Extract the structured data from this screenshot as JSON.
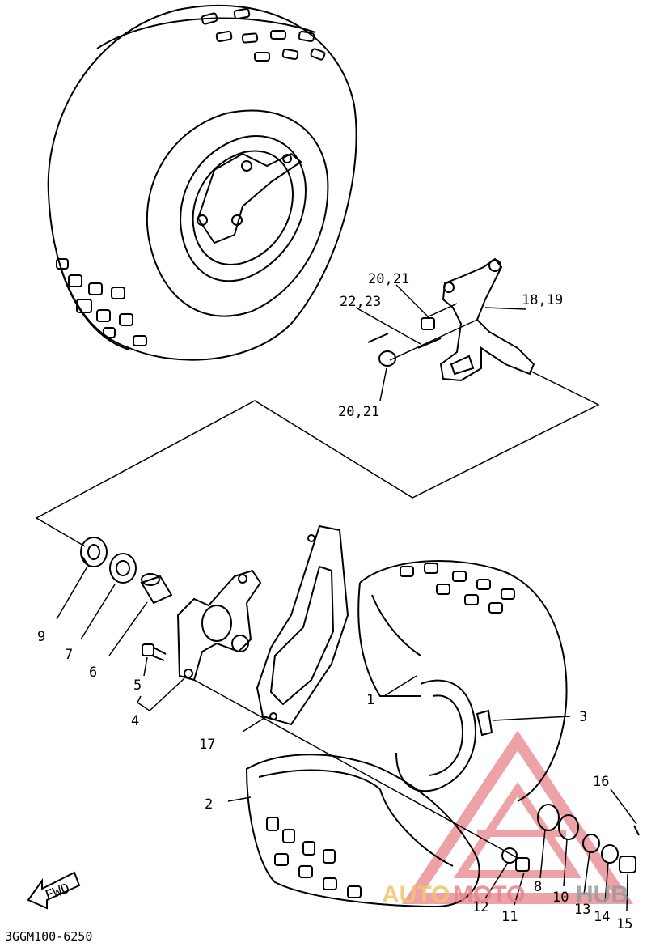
{
  "diagram": {
    "part_labels": [
      {
        "id": "p20_21_top",
        "text": "20,21"
      },
      {
        "id": "p22_23",
        "text": "22,23"
      },
      {
        "id": "p18_19",
        "text": "18,19"
      },
      {
        "id": "p20_21_bottom",
        "text": "20,21"
      },
      {
        "id": "p9",
        "text": "9"
      },
      {
        "id": "p7",
        "text": "7"
      },
      {
        "id": "p6",
        "text": "6"
      },
      {
        "id": "p5",
        "text": "5"
      },
      {
        "id": "p4",
        "text": "4"
      },
      {
        "id": "p17",
        "text": "17"
      },
      {
        "id": "p1",
        "text": "1"
      },
      {
        "id": "p3",
        "text": "3"
      },
      {
        "id": "p2",
        "text": "2"
      },
      {
        "id": "p16",
        "text": "16"
      },
      {
        "id": "p8",
        "text": "8"
      },
      {
        "id": "p10",
        "text": "10"
      },
      {
        "id": "p13",
        "text": "13"
      },
      {
        "id": "p12",
        "text": "12"
      },
      {
        "id": "p11",
        "text": "11"
      },
      {
        "id": "p14",
        "text": "14"
      },
      {
        "id": "p15",
        "text": "15"
      }
    ],
    "fwd_label": "FWD",
    "drawing_code": "3GGM100-6250"
  },
  "watermark": {
    "text_a": "AUTO",
    "text_b": "MOTO",
    "text_c": "HUB",
    "color_primary": "#e8838a",
    "color_secondary": "#f2c46a"
  }
}
